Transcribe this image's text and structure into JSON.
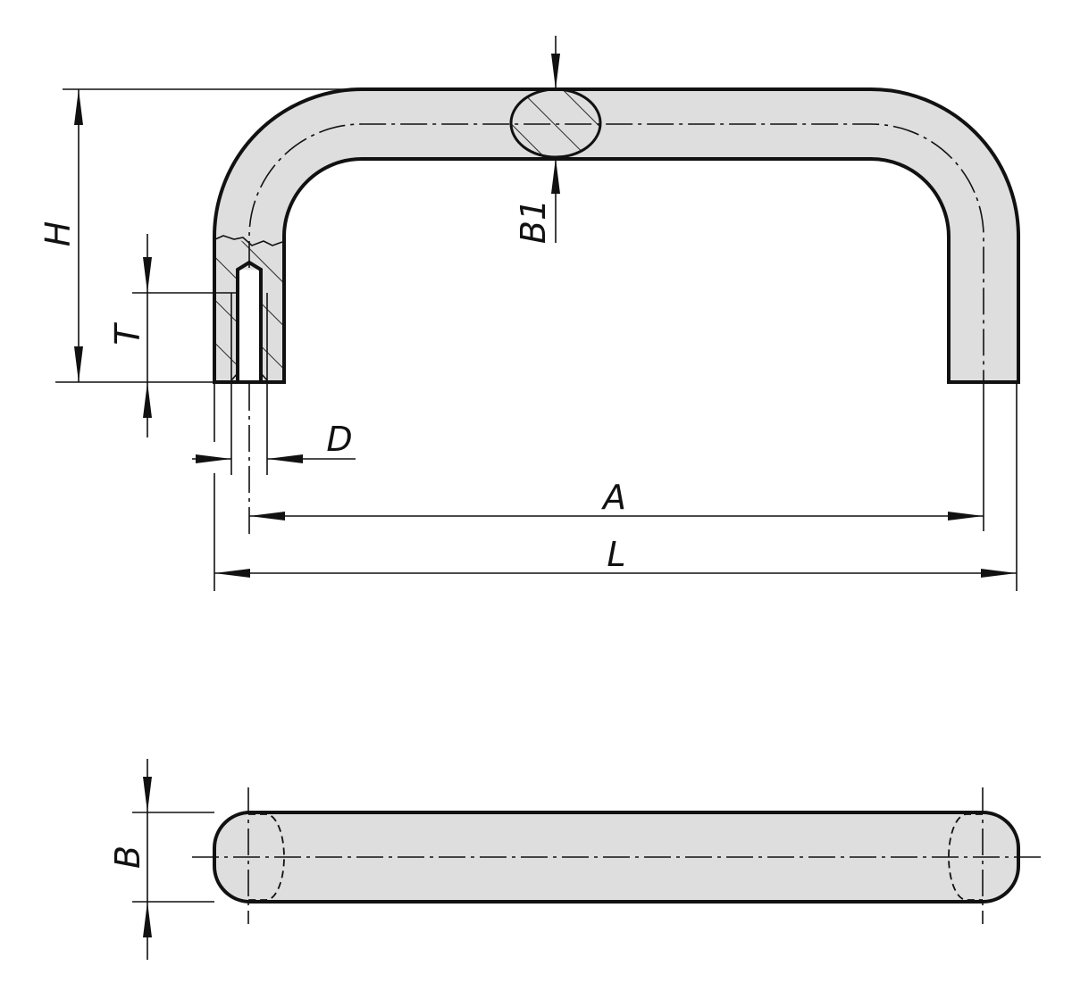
{
  "labels": {
    "H": "H",
    "T": "T",
    "D": "D",
    "A": "A",
    "L": "L",
    "B1": "B1",
    "B": "B"
  },
  "colors": {
    "fill": "#dedede",
    "line": "#111111"
  }
}
